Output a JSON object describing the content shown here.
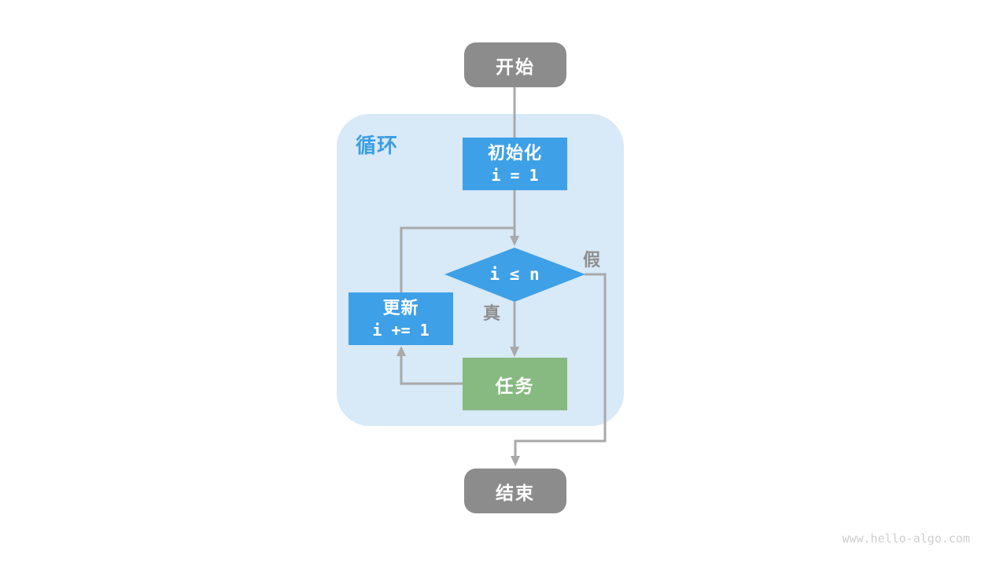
{
  "diagram": {
    "region_label": "循环",
    "nodes": {
      "start": {
        "label": "开始"
      },
      "init": {
        "title": "初始化",
        "code": "i = 1"
      },
      "condition": {
        "code": "i ≤ n"
      },
      "update": {
        "title": "更新",
        "code": "i += 1"
      },
      "task": {
        "label": "任务"
      },
      "end": {
        "label": "结束"
      }
    },
    "edge_labels": {
      "true_branch": "真",
      "false_branch": "假"
    },
    "watermark": "www.hello-algo.com",
    "colors": {
      "terminal_gray": "#8c8c8c",
      "process_blue": "#3ea0e6",
      "task_green": "#87ba81",
      "region_light_blue": "#d8e9f7",
      "connector_gray": "#a9a9a9",
      "label_blue": "#3d9fe3",
      "edge_label_gray": "#8e8e8e",
      "watermark_gray": "#cfcfcf"
    }
  }
}
